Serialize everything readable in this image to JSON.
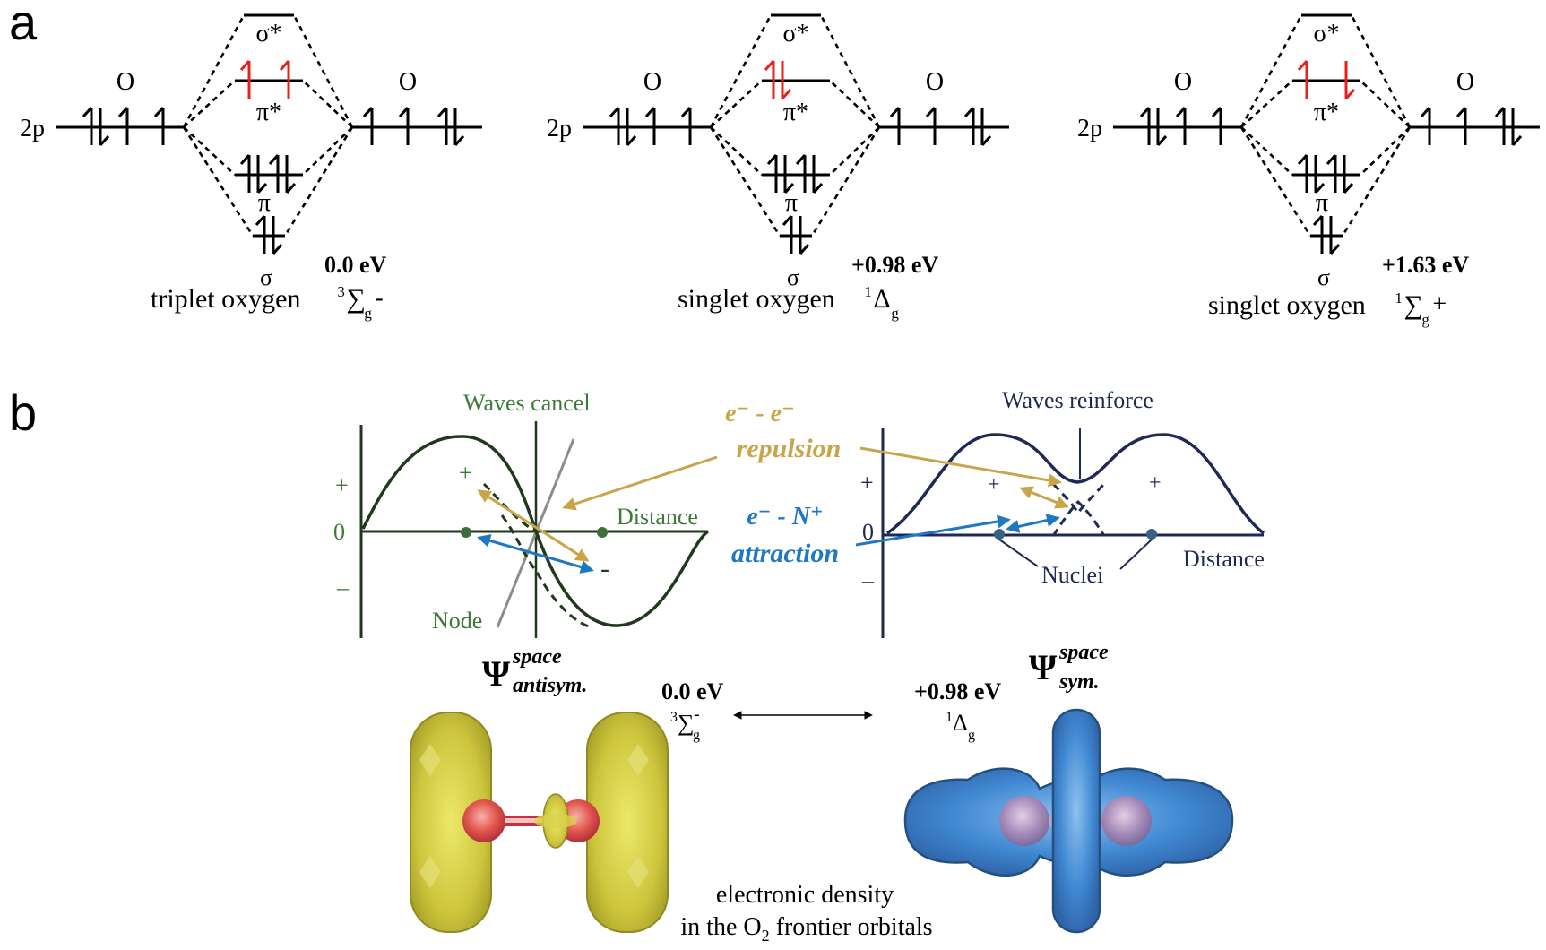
{
  "panel_a": {
    "label": "a",
    "diagrams": [
      {
        "atom_left": "O",
        "atom_right": "O",
        "orbital_label": "2p",
        "levels": {
          "sigma_star": "σ*",
          "pi_star": "π*",
          "pi": "π",
          "sigma": "σ"
        },
        "energy": "0.0 eV",
        "state_text": "triplet oxygen",
        "term": {
          "pre": "3",
          "main": "∑",
          "sub": "g",
          "post": "-"
        }
      },
      {
        "atom_left": "O",
        "atom_right": "O",
        "orbital_label": "2p",
        "levels": {
          "sigma_star": "σ*",
          "pi_star": "π*",
          "pi": "π",
          "sigma": "σ"
        },
        "energy": "+0.98 eV",
        "state_text": "singlet oxygen",
        "term": {
          "pre": "1",
          "main": "Δ",
          "sub": "g",
          "post": ""
        }
      },
      {
        "atom_left": "O",
        "atom_right": "O",
        "orbital_label": "2p",
        "levels": {
          "sigma_star": "σ*",
          "pi_star": "π*",
          "pi": "π",
          "sigma": "σ"
        },
        "energy": "+1.63 eV",
        "state_text": "singlet oxygen",
        "term": {
          "pre": "1",
          "main": "∑",
          "sub": "g",
          "post": "+"
        }
      }
    ]
  },
  "panel_b": {
    "label": "b",
    "left_graph": {
      "title": "Waves cancel",
      "plus": "+",
      "zero": "0",
      "minus": "–",
      "inner_plus": "+",
      "inner_minus": "-",
      "distance": "Distance",
      "node": "Node"
    },
    "right_graph": {
      "title": "Waves reinforce",
      "plus": "+",
      "zero": "0",
      "minus": "–",
      "inner_plus_left": "+",
      "inner_plus_right": "+",
      "distance": "Distance",
      "nuclei": "Nuclei"
    },
    "repulsion": {
      "line1": "e⁻ - e⁻",
      "line2": "repulsion"
    },
    "attraction": {
      "line1": "e⁻ - N⁺",
      "line2": "attraction"
    },
    "psi_left": {
      "symbol": "Ψ",
      "sup": "space",
      "sub": "antisym."
    },
    "psi_right": {
      "symbol": "Ψ",
      "sup": "space",
      "sub": "sym."
    },
    "energy_left": "0.0 eV",
    "energy_right": "+0.98 eV",
    "term_left": {
      "pre": "3",
      "main": "∑",
      "sub": "g",
      "post": "-"
    },
    "term_right": {
      "pre": "1",
      "main": "Δ",
      "sub": "g",
      "post": ""
    },
    "caption_line1": "electronic density",
    "caption_line2_pre": "in the O",
    "caption_line2_sub": "2",
    "caption_line2_post": " frontier orbitals"
  },
  "colors": {
    "green_text": "#3c7a3a",
    "green_curve": "#1f3a1b",
    "navy": "#1e2a55",
    "gold": "#c9a54a",
    "blue": "#1f78c4",
    "red_electron": "#e8201c",
    "yellow_lobe": "#c9c23b",
    "blue_lobe": "#3d86d0",
    "bond_red": "#c8303a"
  }
}
